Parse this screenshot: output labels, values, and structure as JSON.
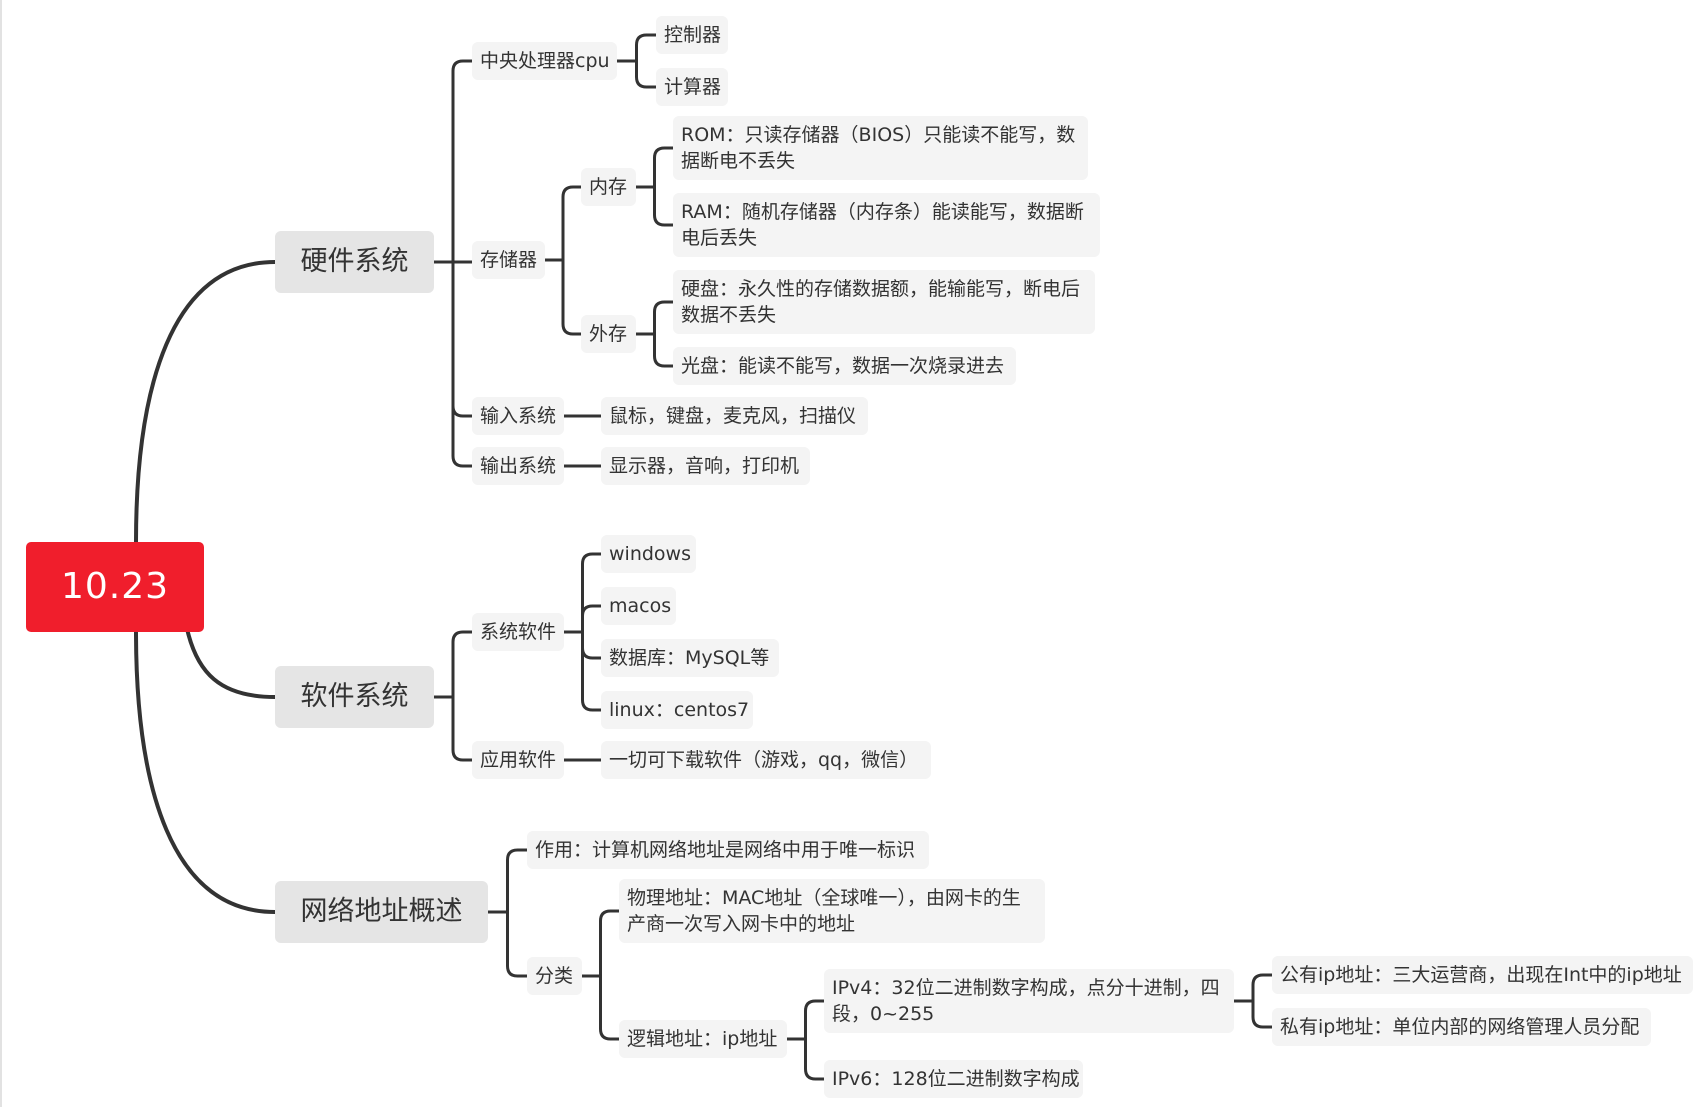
{
  "colors": {
    "root_fill": "#f01e2c",
    "root_text": "#ffffff",
    "main_topic_fill": "#e5e5e5",
    "subtopic_fill": "#f4f4f4",
    "line": "#333333",
    "text": "#333333"
  },
  "mindmap": {
    "label": "10.23",
    "children": [
      {
        "label": "硬件系统",
        "children": [
          {
            "label": "中央处理器cpu",
            "children": [
              {
                "label": "控制器"
              },
              {
                "label": "计算器"
              }
            ]
          },
          {
            "label": "存储器",
            "children": [
              {
                "label": "内存",
                "children": [
                  {
                    "label": "ROM：只读存储器（BIOS）只能读不能写，数据断电不丢失"
                  },
                  {
                    "label": "RAM：随机存储器（内存条）能读能写，数据断电后丢失"
                  }
                ]
              },
              {
                "label": "外存",
                "children": [
                  {
                    "label": "硬盘：永久性的存储数据额，能输能写，断电后数据不丢失"
                  },
                  {
                    "label": "光盘：能读不能写，数据一次烧录进去"
                  }
                ]
              }
            ]
          },
          {
            "label": "输入系统",
            "children": [
              {
                "label": "鼠标，键盘，麦克风，扫描仪"
              }
            ]
          },
          {
            "label": "输出系统",
            "children": [
              {
                "label": "显示器，音响，打印机"
              }
            ]
          }
        ]
      },
      {
        "label": "软件系统",
        "children": [
          {
            "label": "系统软件",
            "children": [
              {
                "label": "windows"
              },
              {
                "label": "macos"
              },
              {
                "label": "数据库：MySQL等"
              },
              {
                "label": "linux：centos7"
              }
            ]
          },
          {
            "label": "应用软件",
            "children": [
              {
                "label": "一切可下载软件（游戏，qq，微信）"
              }
            ]
          }
        ]
      },
      {
        "label": "网络地址概述",
        "children": [
          {
            "label": "作用：计算机网络地址是网络中用于唯一标识"
          },
          {
            "label": "分类",
            "children": [
              {
                "label": "物理地址：MAC地址（全球唯一），由网卡的生产商一次写入网卡中的地址"
              },
              {
                "label": "逻辑地址：ip地址",
                "children": [
                  {
                    "label": "IPv4：32位二进制数字构成，点分十进制，四段，0~255",
                    "children": [
                      {
                        "label": "公有ip地址：三大运营商，出现在Int中的ip地址"
                      },
                      {
                        "label": "私有ip地址：单位内部的网络管理人员分配"
                      }
                    ]
                  },
                  {
                    "label": "IPv6：128位二进制数字构成"
                  }
                ]
              }
            ]
          }
        ]
      }
    ]
  }
}
